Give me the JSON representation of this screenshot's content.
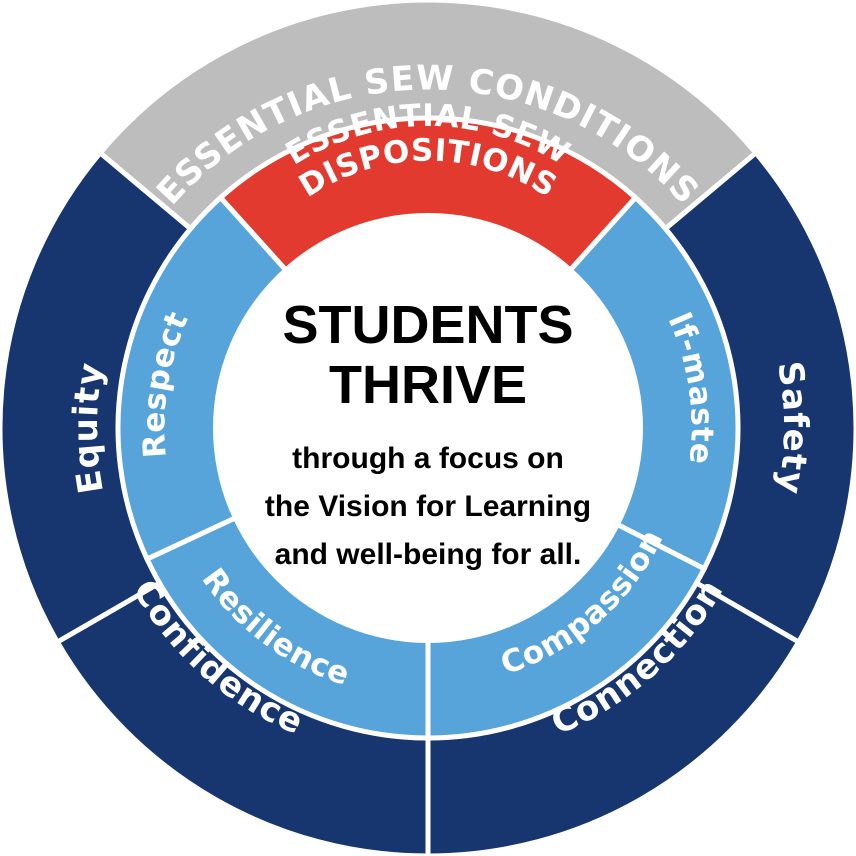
{
  "colors": {
    "outer_blue": "#17366f",
    "inner_blue": "#57a4db",
    "gray": "#bdbdbd",
    "red": "#e23a2f",
    "center": "#ffffff",
    "divider": "#ffffff"
  },
  "conditions": {
    "band_label": "ESSENTIAL SEW CONDITIONS",
    "segments": [
      {
        "id": "equity",
        "label": "Equity"
      },
      {
        "id": "safety",
        "label": "Safety"
      },
      {
        "id": "connection",
        "label": "Connection"
      },
      {
        "id": "confidence",
        "label": "Confidence"
      }
    ]
  },
  "dispositions": {
    "band_label_line1": "ESSENTIAL SEW",
    "band_label_line2": "DISPOSITIONS",
    "segments": [
      {
        "id": "respect",
        "label": "Respect"
      },
      {
        "id": "self-mastery",
        "label": "Self-mastery"
      },
      {
        "id": "compassion",
        "label": "Compassion"
      },
      {
        "id": "resilience",
        "label": "Resilience"
      }
    ]
  },
  "center": {
    "title_line1": "STUDENTS",
    "title_line2": "THRIVE",
    "sub_line1": "through a focus on",
    "sub_line2": "the Vision for Learning",
    "sub_line3": "and well-being for all."
  }
}
